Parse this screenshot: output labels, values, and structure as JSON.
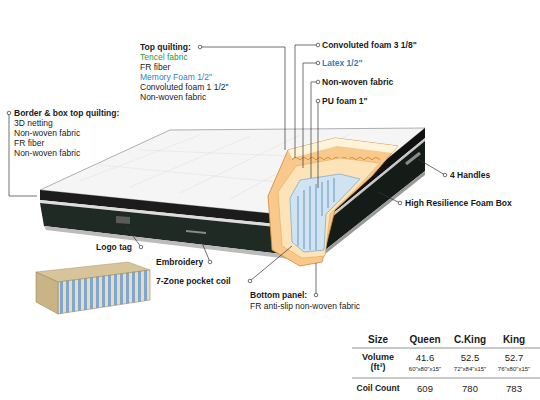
{
  "diagram": {
    "labels": [
      "Top quilting:",
      "Tencel fabric",
      "FR fiber",
      "Memory Foam 1/2\"",
      "Convoluted foam 1 1/2\"",
      "Non-woven fabric",
      "Border & box top quilting:",
      "3D netting",
      "Non-woven fabric",
      "FR fiber",
      "Non-woven fabric",
      "Convoluted foam 3 1/8\"",
      "Latex 1/2\"",
      "Non-woven fabric",
      "PU foam 1\"",
      "4 Handles",
      "High Resilience Foam Box",
      "Logo tag",
      "Embroidery",
      "7-Zone pocket coil",
      "Bottom panel:",
      "FR anti-slip non-woven fabric",
      "Size",
      "Queen",
      "C.King",
      "King",
      "Volume (ft³)",
      "41.6",
      "60\"x80\"x15\"",
      "52.5",
      "72\"x84\"x15\"",
      "52.7",
      "76\"x80\"x15\"",
      "Coil Count",
      "609",
      "780",
      "783"
    ]
  }
}
